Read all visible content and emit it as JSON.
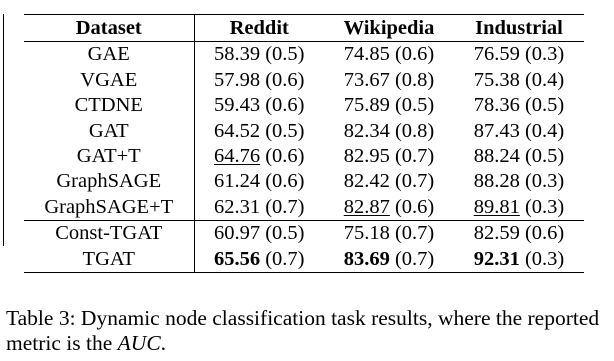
{
  "table": {
    "headers": [
      "Dataset",
      "Reddit",
      "Wikipedia",
      "Industrial"
    ],
    "rows": [
      {
        "name": "GAE",
        "cells": [
          {
            "v": "58.39",
            "sd": "(0.5)"
          },
          {
            "v": "74.85",
            "sd": "(0.6)"
          },
          {
            "v": "76.59",
            "sd": "(0.3)"
          }
        ]
      },
      {
        "name": "VGAE",
        "cells": [
          {
            "v": "57.98",
            "sd": "(0.6)"
          },
          {
            "v": "73.67",
            "sd": "(0.8)"
          },
          {
            "v": "75.38",
            "sd": "(0.4)"
          }
        ]
      },
      {
        "name": "CTDNE",
        "cells": [
          {
            "v": "59.43",
            "sd": "(0.6)"
          },
          {
            "v": "75.89",
            "sd": "(0.5)"
          },
          {
            "v": "78.36",
            "sd": "(0.5)"
          }
        ]
      },
      {
        "name": "GAT",
        "cells": [
          {
            "v": "64.52",
            "sd": "(0.5)"
          },
          {
            "v": "82.34",
            "sd": "(0.8)"
          },
          {
            "v": "87.43",
            "sd": "(0.4)"
          }
        ]
      },
      {
        "name": "GAT+T",
        "cells": [
          {
            "v": "64.76",
            "sd": "(0.6)",
            "style": "underline"
          },
          {
            "v": "82.95",
            "sd": "(0.7)"
          },
          {
            "v": "88.24",
            "sd": "(0.5)"
          }
        ]
      },
      {
        "name": "GraphSAGE",
        "cells": [
          {
            "v": "61.24",
            "sd": "(0.6)"
          },
          {
            "v": "82.42",
            "sd": "(0.7)"
          },
          {
            "v": "88.28",
            "sd": "(0.3)"
          }
        ]
      },
      {
        "name": "GraphSAGE+T",
        "cells": [
          {
            "v": "62.31",
            "sd": "(0.7)"
          },
          {
            "v": "82.87",
            "sd": "(0.6)",
            "style": "underline"
          },
          {
            "v": "89.81",
            "sd": "(0.3)",
            "style": "underline"
          }
        ]
      },
      {
        "name": "Const-TGAT",
        "group_start": true,
        "cells": [
          {
            "v": "60.97",
            "sd": "(0.5)"
          },
          {
            "v": "75.18",
            "sd": "(0.7)"
          },
          {
            "v": "82.59",
            "sd": "(0.6)"
          }
        ]
      },
      {
        "name": "TGAT",
        "cells": [
          {
            "v": "65.56",
            "sd": "(0.7)",
            "style": "bold"
          },
          {
            "v": "83.69",
            "sd": "(0.7)",
            "style": "bold"
          },
          {
            "v": "92.31",
            "sd": "(0.3)",
            "style": "bold"
          }
        ]
      }
    ]
  },
  "caption": {
    "prefix": "Table 3: Dynamic node classification task results, where the reported metric is the ",
    "metric": "AUC",
    "suffix": "."
  }
}
